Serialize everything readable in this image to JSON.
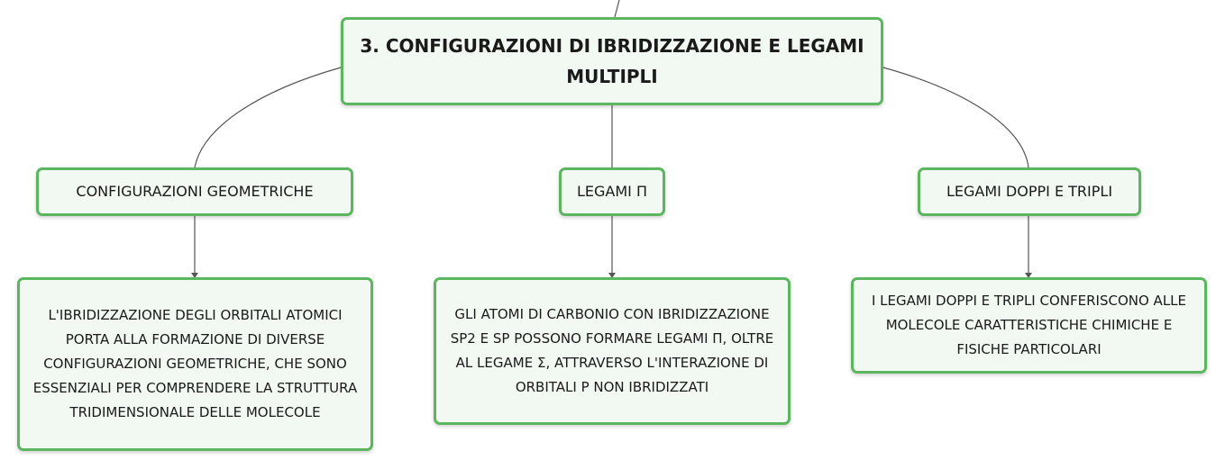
{
  "colors": {
    "node_border": "#5bb65f",
    "node_fill": "#f2f8f2",
    "connector": "#555555"
  },
  "root": {
    "label": "3. CONFIGURAZIONI DI IBRIDIZZAZIONE E LEGAMI MULTIPLI"
  },
  "branches": [
    {
      "label": "CONFIGURAZIONI GEOMETRICHE",
      "detail": "L'IBRIDIZZAZIONE DEGLI ORBITALI ATOMICI PORTA ALLA FORMAZIONE DI DIVERSE CONFIGURAZIONI GEOMETRICHE, CHE SONO ESSENZIALI PER COMPRENDERE LA STRUTTURA TRIDIMENSIONALE DELLE MOLECOLE"
    },
    {
      "label": "LEGAMI Π",
      "detail": "GLI ATOMI DI CARBONIO CON IBRIDIZZAZIONE SP2 E SP POSSONO FORMARE LEGAMI Π, OLTRE AL LEGAME Σ, ATTRAVERSO L'INTERAZIONE DI ORBITALI P NON IBRIDIZZATI"
    },
    {
      "label": "LEGAMI DOPPI E TRIPLI",
      "detail": "I LEGAMI DOPPI E TRIPLI CONFERISCONO ALLE MOLECOLE CARATTERISTICHE CHIMICHE E FISICHE PARTICOLARI"
    }
  ]
}
